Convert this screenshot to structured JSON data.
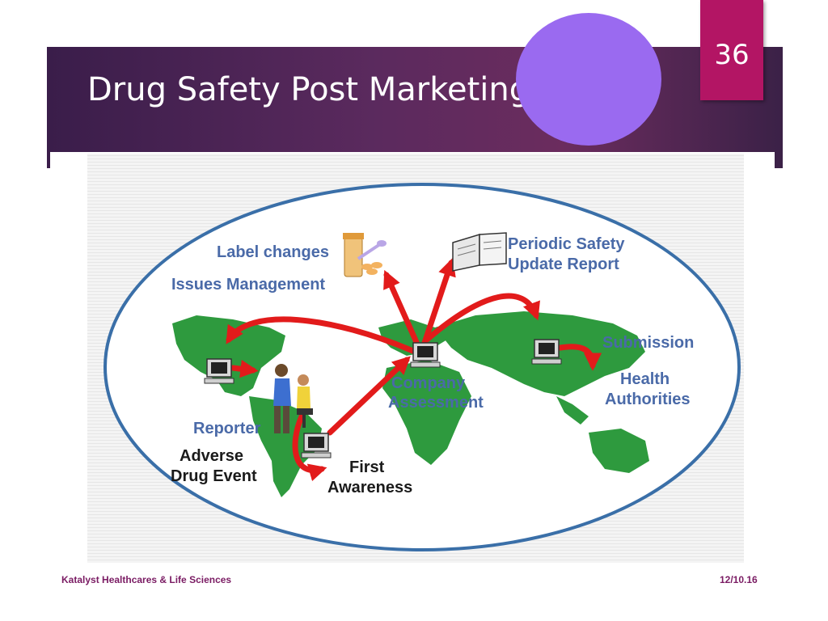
{
  "slide": {
    "title": "Drug Safety Post Marketing",
    "page_number": "36"
  },
  "diagram": {
    "labels": {
      "label_changes": "Label changes",
      "issues_management": "Issues Management",
      "psur_line1": "Periodic Safety",
      "psur_line2": "Update Report",
      "submission": "Submission",
      "health_line1": "Health",
      "health_line2": "Authorities",
      "company_line1": "Company",
      "company_line2": "Assessment",
      "reporter": "Reporter",
      "ade_line1": "Adverse",
      "ade_line2": "Drug Event",
      "first_line1": "First",
      "first_line2": "Awareness"
    },
    "colors": {
      "ellipse_stroke": "#3a6fa8",
      "land": "#2e9a3e",
      "arrow": "#e21b1b",
      "text_blue": "#4a6aa8",
      "text_dark": "#1a1a1a"
    },
    "icons": [
      "computer-icon",
      "computer-icon",
      "computer-icon",
      "computer-icon",
      "book-icon",
      "medicine-icon",
      "people-icon"
    ]
  },
  "footer": {
    "organization": "Katalyst Healthcares & Life Sciences",
    "date": "12/10.16"
  }
}
